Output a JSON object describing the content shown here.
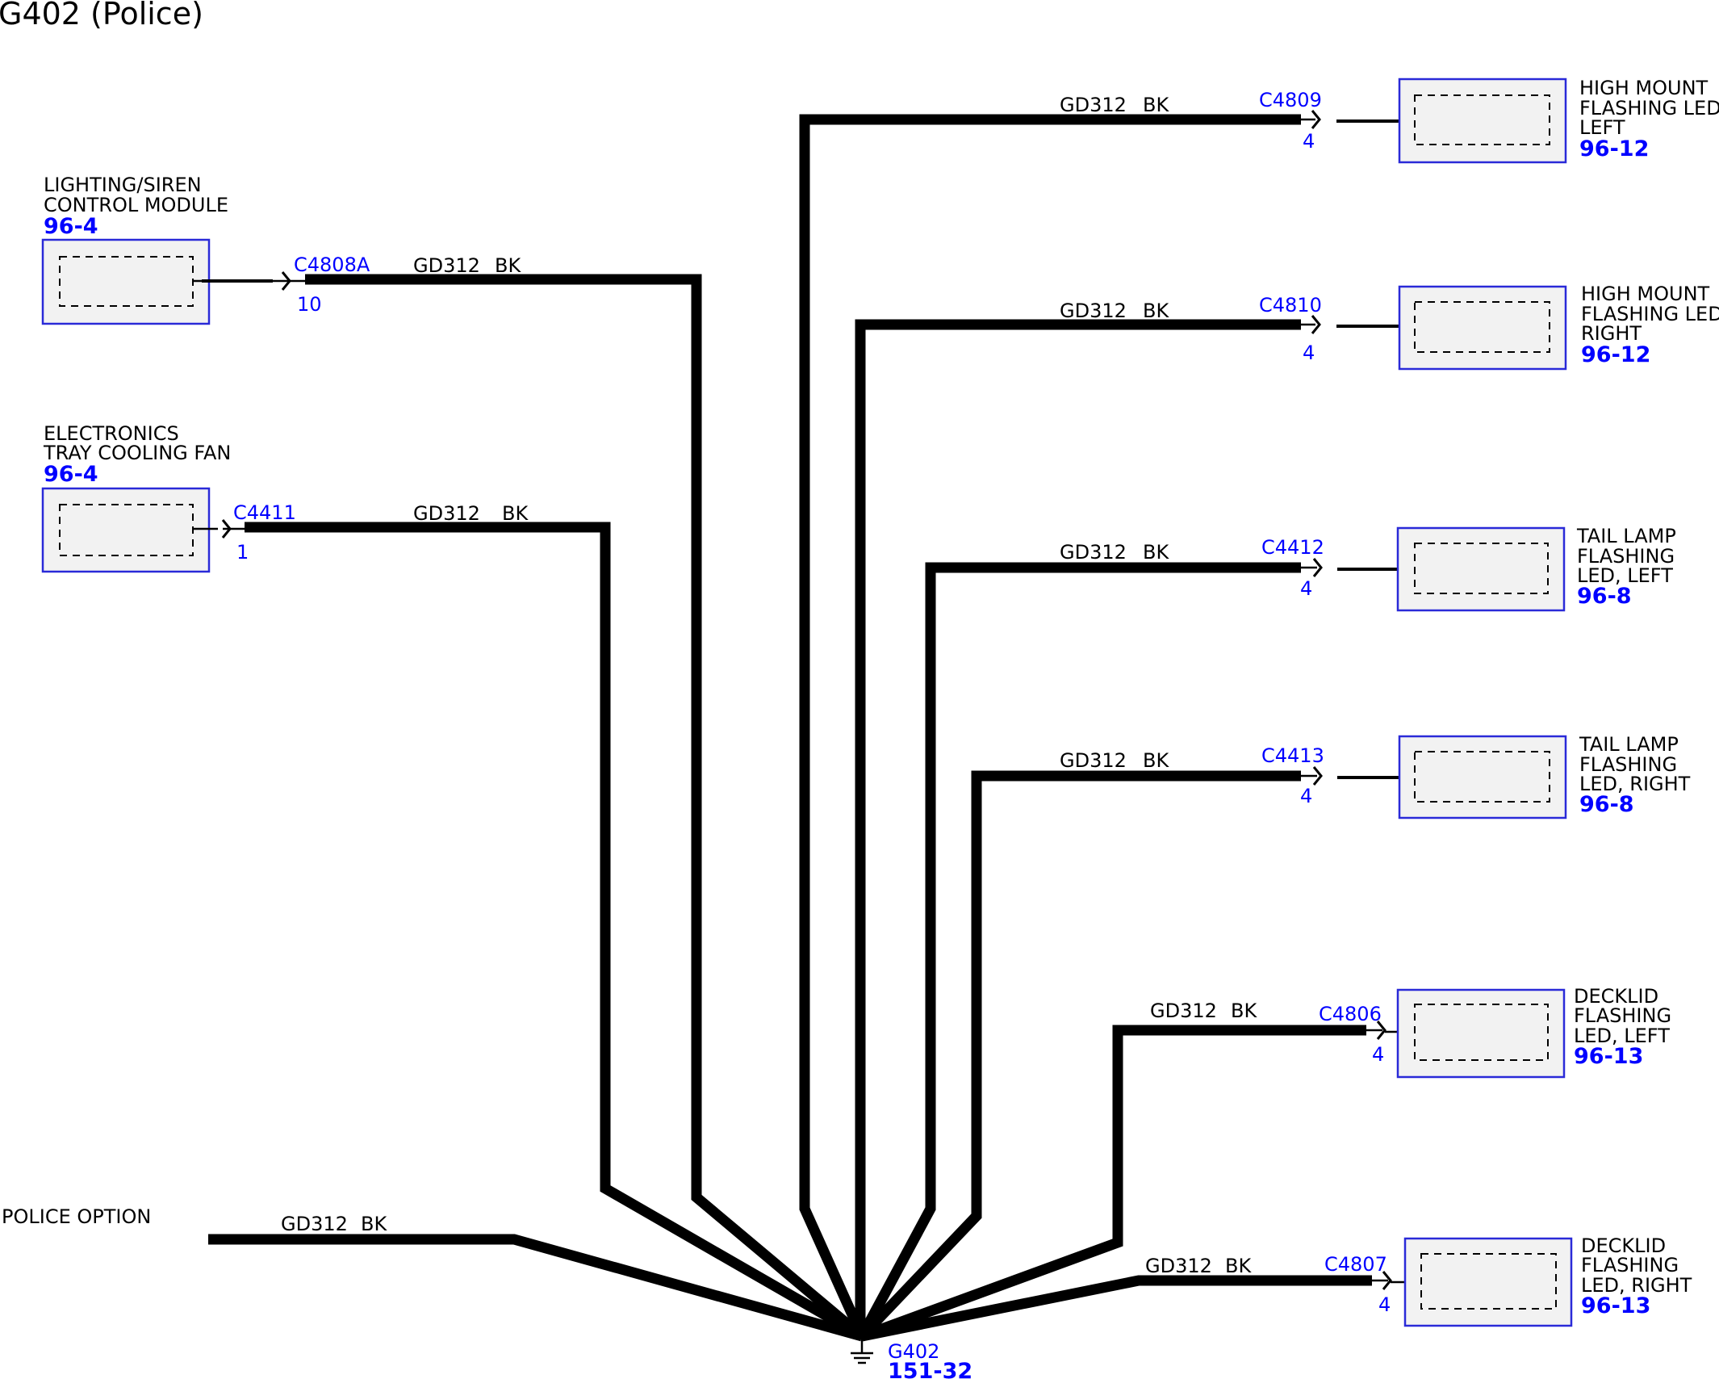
{
  "title": "G402 (Police)",
  "ground": {
    "name": "G402",
    "page": "151-32"
  },
  "wire_label": {
    "circuit": "GD312",
    "color": "BK"
  },
  "colors": {
    "connector_text": "#0000ff",
    "component_border": "#2a2ad8",
    "component_fill": "#f2f2f2",
    "wire": "#000000"
  },
  "components": [
    {
      "id": "lighting-siren",
      "lines": [
        "LIGHTING/SIREN",
        "CONTROL MODULE"
      ],
      "page": "96-4",
      "connector": "C4808A",
      "pin": "10"
    },
    {
      "id": "cooling-fan",
      "lines": [
        "ELECTRONICS",
        "TRAY COOLING FAN"
      ],
      "page": "96-4",
      "connector": "C4411",
      "pin": "1"
    },
    {
      "id": "hm-left",
      "lines": [
        "HIGH MOUNT",
        "FLASHING LED,",
        "LEFT"
      ],
      "page": "96-12",
      "connector": "C4809",
      "pin": "4"
    },
    {
      "id": "hm-right",
      "lines": [
        "HIGH MOUNT",
        "FLASHING LED,",
        "RIGHT"
      ],
      "page": "96-12",
      "connector": "C4810",
      "pin": "4"
    },
    {
      "id": "tail-left",
      "lines": [
        "TAIL LAMP",
        "FLASHING",
        "LED, LEFT"
      ],
      "page": "96-8",
      "connector": "C4412",
      "pin": "4"
    },
    {
      "id": "tail-right",
      "lines": [
        "TAIL LAMP",
        "FLASHING",
        "LED, RIGHT"
      ],
      "page": "96-8",
      "connector": "C4413",
      "pin": "4"
    },
    {
      "id": "decklid-left",
      "lines": [
        "DECKLID",
        "FLASHING",
        "LED, LEFT"
      ],
      "page": "96-13",
      "connector": "C4806",
      "pin": "4"
    },
    {
      "id": "decklid-right",
      "lines": [
        "DECKLID",
        "FLASHING",
        "LED, RIGHT"
      ],
      "page": "96-13",
      "connector": "C4807",
      "pin": "4"
    }
  ],
  "police_option": {
    "label": "POLICE OPTION"
  }
}
